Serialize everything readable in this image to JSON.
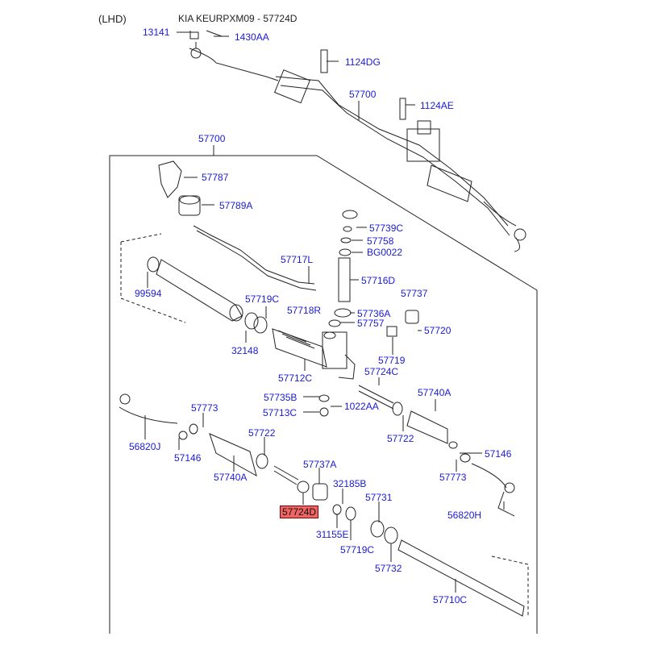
{
  "header": {
    "lhd": "(LHD)",
    "model": "KIA KEURPXM09 - 57724D"
  },
  "highlight": "57724D",
  "colors": {
    "label": "#1a1ad8",
    "highlight_bg": "#f06464",
    "line": "#222222"
  },
  "labels": {
    "p13141": "13141",
    "p1430AA": "1430AA",
    "p1124DG": "1124DG",
    "p57700_top": "57700",
    "p1124AE": "1124AE",
    "p57700_box": "57700",
    "p57787": "57787",
    "p57789A": "57789A",
    "p57739C": "57739C",
    "p57758": "57758",
    "pBG0022": "BG0022",
    "p57717L": "57717L",
    "p57716D": "57716D",
    "p99594": "99594",
    "p57719C_a": "57719C",
    "p57718R": "57718R",
    "p57737": "57737",
    "p57736A": "57736A",
    "p57757": "57757",
    "p57720": "57720",
    "p32148": "32148",
    "p57719": "57719",
    "p57712C": "57712C",
    "p57724C": "57724C",
    "p57740A_r": "57740A",
    "p57735B": "57735B",
    "p1022AA": "1022AA",
    "p57773_l": "57773",
    "p57713C": "57713C",
    "p57722_r": "57722",
    "p56820J": "56820J",
    "p57722_l": "57722",
    "p57146_l": "57146",
    "p57146_r": "57146",
    "p57740A_l": "57740A",
    "p57737A": "57737A",
    "p32185B": "32185B",
    "p57731": "57731",
    "p57773_r": "57773",
    "p57724D": "57724D",
    "p56820H": "56820H",
    "p31155E": "31155E",
    "p57719C_b": "57719C",
    "p57732": "57732",
    "p57710C": "57710C"
  }
}
